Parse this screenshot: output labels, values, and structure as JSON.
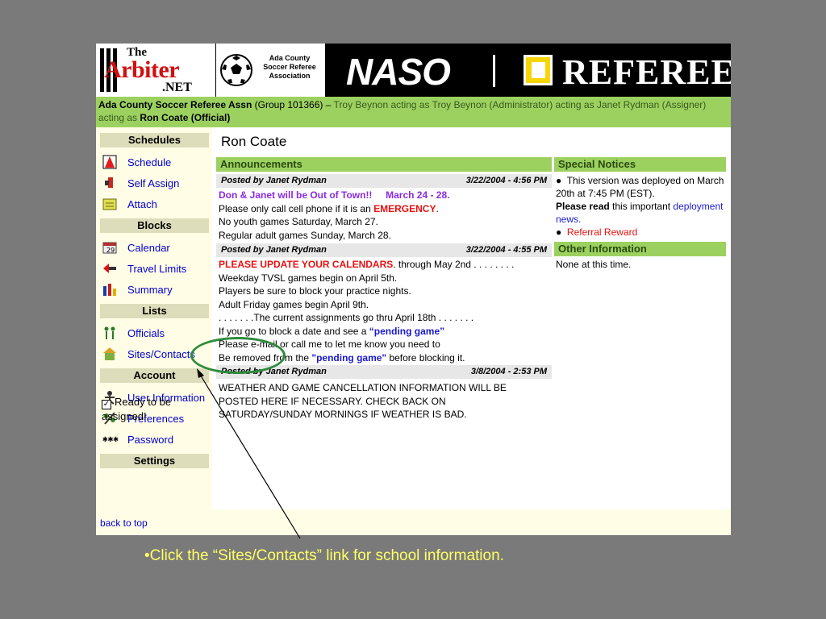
{
  "banner": {
    "arbiter_the": "The",
    "arbiter_name": "Arbiter",
    "arbiter_net": ".NET",
    "association": "Ada County\nSoccer Referee\nAssociation",
    "naso": "NASO",
    "referee": "REFEREE"
  },
  "context": {
    "org": "Ada County Soccer Referee Assn",
    "group": "(Group 101366)",
    "dash": "–",
    "acting": "Troy Beynon acting as Troy Beynon (Administrator) acting as Janet Rydman (Assigner) acting as",
    "official": "Ron Coate (Official)"
  },
  "sidebar": {
    "sections": {
      "schedules": "Schedules",
      "blocks": "Blocks",
      "lists": "Lists",
      "account": "Account",
      "settings": "Settings"
    },
    "items": {
      "schedule": "Schedule",
      "self_assign": "Self Assign",
      "attach": "Attach",
      "calendar": "Calendar",
      "travel_limits": "Travel Limits",
      "summary": "Summary",
      "officials": "Officials",
      "sites_contacts": "Sites/Contacts",
      "user_information": "User Information",
      "preferences": "Preferences",
      "password": "Password"
    },
    "ready_line1": "Ready to be",
    "ready_line2": "assigned!",
    "ready_checked": true
  },
  "main": {
    "title": "Ron Coate",
    "announcements": {
      "header": "Announcements",
      "posts": [
        {
          "by": "Posted by Janet Rydman",
          "date": "3/22/2004 - 4:56 PM",
          "lines": {
            "l1a": "Don & Janet will be Out of Town!!",
            "l1b": "March 24 - 28.",
            "l2a": "Please only call cell phone if it is an ",
            "l2b": "EMERGENCY",
            "l2c": ".",
            "l3": "No youth games Saturday, March 27.",
            "l4": "Regular adult games Sunday, March 28."
          }
        },
        {
          "by": "Posted by Janet Rydman",
          "date": "3/22/2004 - 4:55 PM",
          "lines": {
            "l1a": "PLEASE UPDATE YOUR CALENDARS",
            "l1b": ". through May 2nd . . . . . . . .",
            "l2": "Weekday TVSL games begin on April 5th.",
            "l3": "Players be sure to block your practice nights.",
            "l4": "Adult Friday games begin April 9th.",
            "l5": ". . . . . . .The current assignments go thru April 18th . . . . . . .",
            "l6a": "If you go to block a date and see a ",
            "l6b": "“pending game”",
            "l7": "Please e-mail or call me to let me know you need to",
            "l8a": "Be removed from the ",
            "l8b": "\"pending game\"",
            "l8c": " before blocking it."
          }
        },
        {
          "by": "Posted by Janet Rydman",
          "date": "3/8/2004 - 2:53 PM",
          "lines": {
            "l1": "WEATHER AND GAME CANCELLATION INFORMATION WILL BE",
            "l2": "POSTED HERE IF NECESSARY. CHECK BACK ON",
            "l3": "SATURDAY/SUNDAY MORNINGS IF WEATHER IS BAD."
          }
        }
      ]
    },
    "special_notices": {
      "header": "Special Notices",
      "bullet1": "This version was deployed on March 20th at 7:45 PM (EST).",
      "please_read": "Please read",
      "this_important": " this important ",
      "deployment_news": "deployment news.",
      "bullet2": "Referral Reward"
    },
    "other_information": {
      "header": "Other Information",
      "text": "None at this time."
    }
  },
  "footer": {
    "back_to_top": "back to top"
  },
  "caption": "•Click the “Sites/Contacts” link for school information."
}
